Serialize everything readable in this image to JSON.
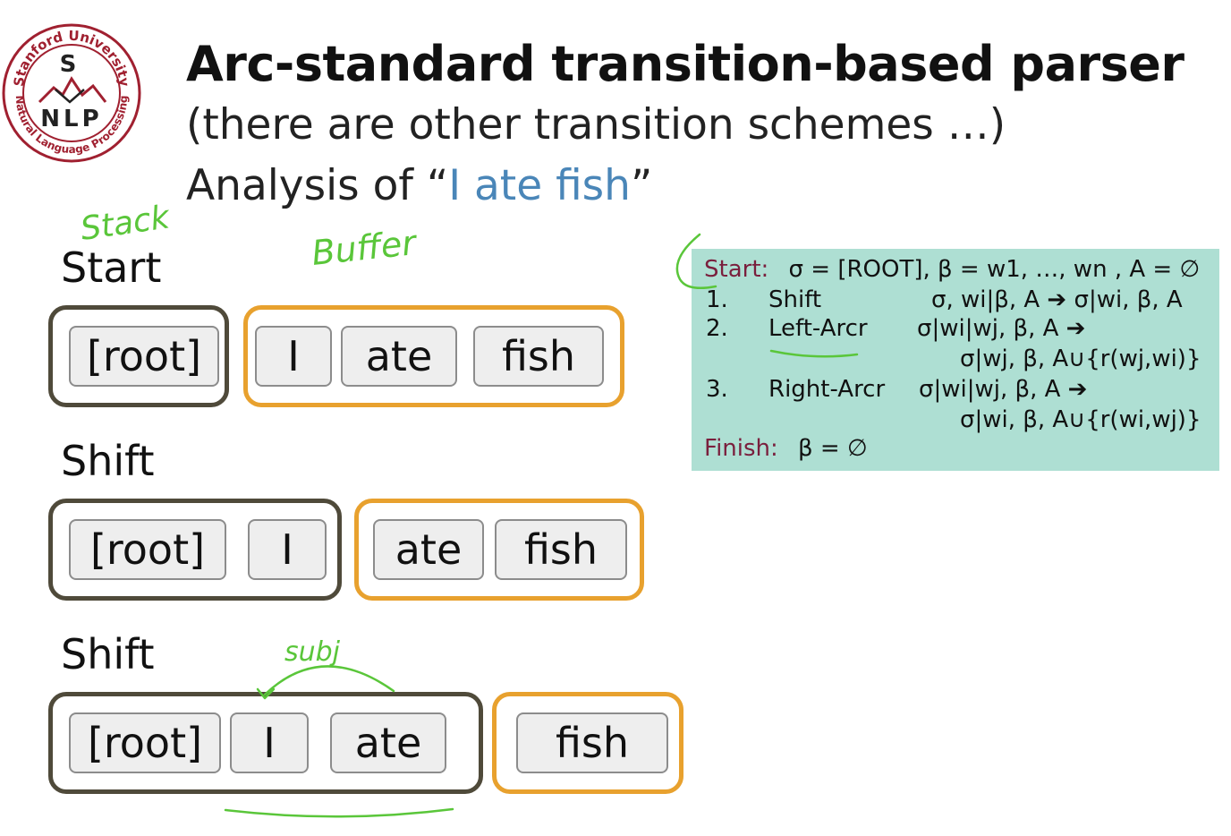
{
  "logo": {
    "top_text": "Stanford University",
    "bottom_text": "Natural Language Processing",
    "letter_s": "S",
    "letters": "NLP"
  },
  "title": "Arc-standard transition-based parser",
  "subtitle": "(there are other transition schemes …)",
  "analysis": {
    "prefix": "Analysis of “",
    "highlight": "I ate fish",
    "suffix": "”"
  },
  "handwriting": {
    "stack": "Stack",
    "buffer": "Buffer",
    "arc_label": "subj"
  },
  "steps": [
    {
      "label": "Start",
      "stack": [
        "[root]"
      ],
      "buffer": [
        "I",
        "ate",
        "fish"
      ]
    },
    {
      "label": "Shift",
      "stack": [
        "[root]",
        "I"
      ],
      "buffer": [
        "ate",
        "fish"
      ]
    },
    {
      "label": "Shift",
      "stack": [
        "[root]",
        "I",
        "ate"
      ],
      "buffer": [
        "fish"
      ]
    }
  ],
  "rules": {
    "start_label": "Start:",
    "start_eq": "σ = [ROOT], β = w1, …, wn , A = ∅",
    "r1_num": "1.",
    "r1_name": "Shift",
    "r1_formula": "σ, wi|β, A ➔ σ|wi, β, A",
    "r2_num": "2.",
    "r2_name": "Left-Arcr",
    "r2_formula": "σ|wi|wj, β, A ➔",
    "r2_result": "σ|wj, β, A∪{r(wj,wi)}",
    "r3_num": "3.",
    "r3_name": "Right-Arcr",
    "r3_formula": "σ|wi|wj, β, A ➔",
    "r3_result": "σ|wi, β, A∪{r(wi,wj)}",
    "finish_label": "Finish:",
    "finish_eq": "β = ∅"
  },
  "colors": {
    "stack_border": "#4f4a3a",
    "buffer_border": "#e8a12e",
    "rules_bg": "#aedfd3",
    "highlight": "#4a86b8",
    "maroon": "#7a1f3d",
    "handwriting": "#5ac63a"
  }
}
